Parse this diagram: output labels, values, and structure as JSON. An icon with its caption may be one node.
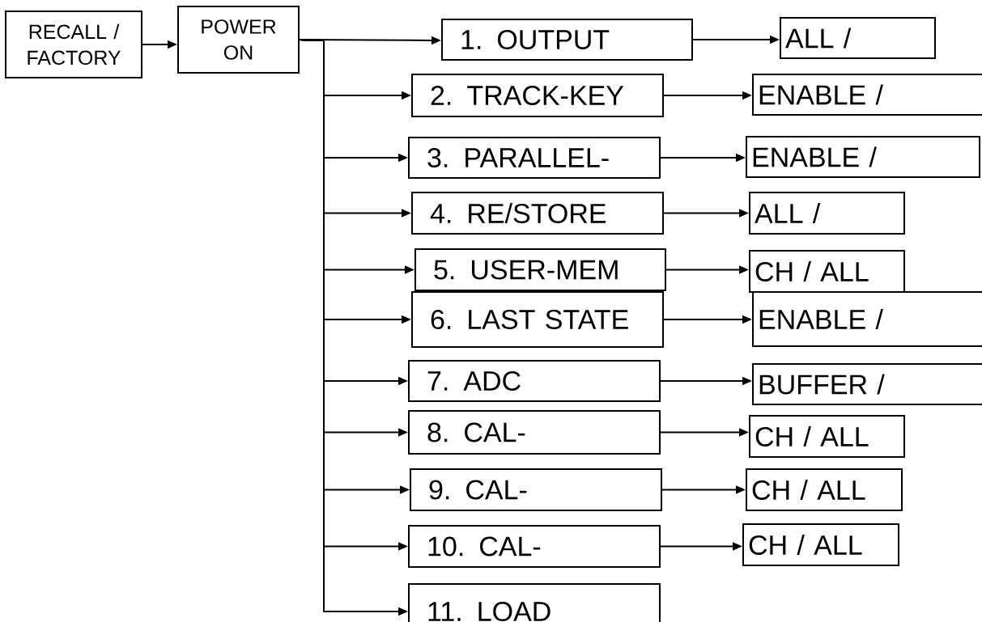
{
  "diagram": {
    "nodes": [
      {
        "text": [
          "RECALL / FACTORY"
        ]
      },
      {
        "text": [
          "POWER ON"
        ]
      },
      {
        "text": [
          "1. OUTPUT"
        ]
      },
      {
        "text": [
          "ALL /"
        ]
      },
      {
        "text": [
          "2. TRACK-KEY"
        ]
      },
      {
        "text": [
          "ENABLE /"
        ]
      },
      {
        "text": [
          "3. PARALLEL-"
        ]
      },
      {
        "text": [
          "ENABLE /"
        ]
      },
      {
        "text": [
          "4. RE/STORE"
        ]
      },
      {
        "text": [
          "ALL /"
        ]
      },
      {
        "text": [
          "5. USER-MEM"
        ]
      },
      {
        "text": [
          "CH / ALL"
        ]
      },
      {
        "text": [
          "6. LAST STATE"
        ]
      },
      {
        "text": [
          "ENABLE /"
        ]
      },
      {
        "text": [
          "7. ADC"
        ]
      },
      {
        "text": [
          "BUFFER /"
        ]
      },
      {
        "text": [
          "8. CAL-"
        ]
      },
      {
        "text": [
          "CH / ALL"
        ]
      },
      {
        "text": [
          "9. CAL-"
        ]
      },
      {
        "text": [
          "CH / ALL"
        ]
      },
      {
        "text": [
          "10. CAL-"
        ]
      },
      {
        "text": [
          "CH / ALL"
        ]
      },
      {
        "text": [
          "11. LOAD"
        ]
      }
    ],
    "edges": [
      {
        "from": 0,
        "to": 1,
        "arrow": "to"
      },
      {
        "from": 1,
        "to": 2,
        "arrow": "to"
      },
      {
        "from": 1,
        "to": 4,
        "arrow": "to"
      },
      {
        "from": 1,
        "to": 6,
        "arrow": "to"
      },
      {
        "from": 1,
        "to": 8,
        "arrow": "to"
      },
      {
        "from": 1,
        "to": 10,
        "arrow": "to"
      },
      {
        "from": 1,
        "to": 12,
        "arrow": "to"
      },
      {
        "from": 1,
        "to": 14,
        "arrow": "to"
      },
      {
        "from": 1,
        "to": 16,
        "arrow": "to"
      },
      {
        "from": 1,
        "to": 18,
        "arrow": "to"
      },
      {
        "from": 1,
        "to": 20,
        "arrow": "to"
      },
      {
        "from": 1,
        "to": 22,
        "arrow": "to"
      },
      {
        "from": 2,
        "to": 3,
        "arrow": "to"
      },
      {
        "from": 4,
        "to": 5,
        "arrow": "to"
      },
      {
        "from": 6,
        "to": 7,
        "arrow": "to"
      },
      {
        "from": 8,
        "to": 9,
        "arrow": "to"
      },
      {
        "from": 10,
        "to": 11,
        "arrow": "to"
      },
      {
        "from": 12,
        "to": 13,
        "arrow": "to"
      },
      {
        "from": 14,
        "to": 15,
        "arrow": "to"
      },
      {
        "from": 16,
        "to": 17,
        "arrow": "to"
      },
      {
        "from": 18,
        "to": 19,
        "arrow": "to"
      },
      {
        "from": 20,
        "to": 21,
        "arrow": "to"
      }
    ]
  }
}
